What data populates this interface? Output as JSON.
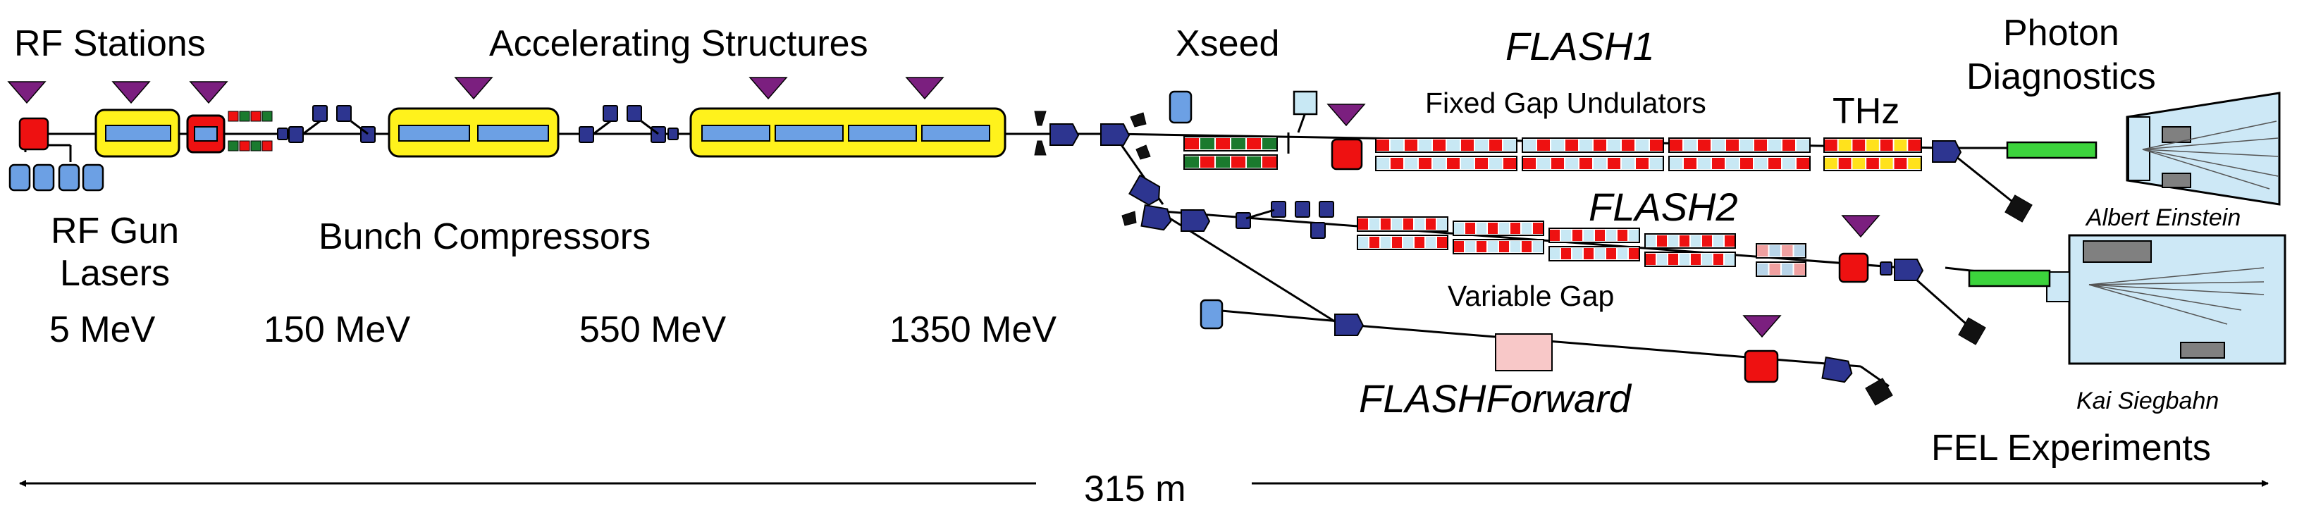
{
  "labels": {
    "rf_stations": "RF Stations",
    "accelerating_structures": "Accelerating Structures",
    "xseed": "Xseed",
    "flash1": "FLASH1",
    "fixed_gap_undulators": "Fixed Gap Undulators",
    "thz": "THz",
    "photon_diagnostics": "Photon\nDiagnostics",
    "rf_gun_lasers": "RF Gun\nLasers",
    "bunch_compressors": "Bunch Compressors",
    "flash2": "FLASH2",
    "variable_gap": "Variable Gap",
    "albert_einstein": "Albert Einstein",
    "kai_siegbahn": "Kai Siegbahn",
    "flashforward": "FLASHForward",
    "fel_experiments": "FEL Experiments",
    "length": "315 m"
  },
  "energies": [
    "5 MeV",
    "150 MeV",
    "550 MeV",
    "1350 MeV"
  ],
  "colors": {
    "rf_marker": "#7B1F7F",
    "rf_box": "#EE1111",
    "cryo_module": "#FFF21C",
    "cavity": "#6CA0E4",
    "magnet": "#2D3590",
    "undulator_red": "#EE1111",
    "undulator_green": "#1A7A2E",
    "undulator_yellow": "#FFE21C",
    "undulator_light": "#C8E8F4",
    "photon_diag": "#3CD33C",
    "hall": "#CDE8F6",
    "hall_block": "#808080",
    "plasma_cell": "#F8C8C8",
    "beamline": "#000000"
  }
}
